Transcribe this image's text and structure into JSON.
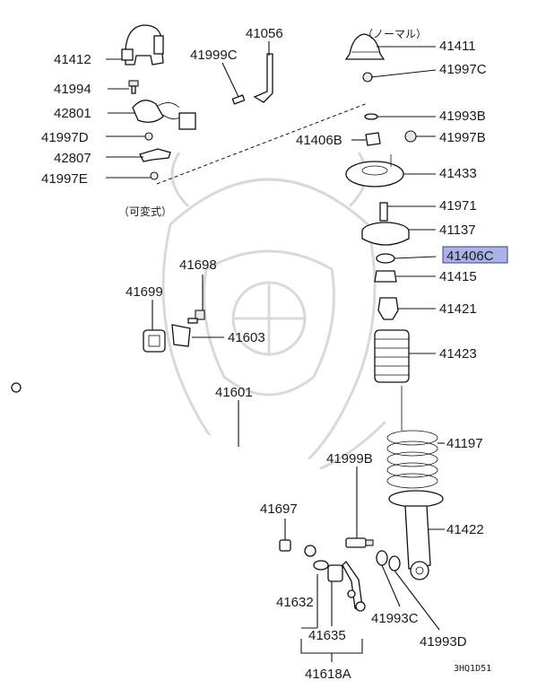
{
  "diagram": {
    "labels": {
      "p41412": "41412",
      "p41056": "41056",
      "p41999c": "41999C",
      "p41411": "41411",
      "normal_note": "（ノーマル）",
      "p41997c_top": "41997C",
      "p41994": "41994",
      "p42801": "42801",
      "p41993b_top": "41993B",
      "p41997d": "41997D",
      "p41406b": "41406B",
      "p41997b": "41997B",
      "p42807": "42807",
      "p41433": "41433",
      "p41997e": "41997E",
      "variable_note": "（可変式）",
      "p41971": "41971",
      "p41137": "41137",
      "p41406c": "41406C",
      "p41415": "41415",
      "p41698": "41698",
      "p41699": "41699",
      "p41421": "41421",
      "p41603": "41603",
      "p41423": "41423",
      "p41601": "41601",
      "p41197": "41197",
      "p41999b": "41999B",
      "p41697": "41697",
      "p41422": "41422",
      "p41632": "41632",
      "p41993c": "41993C",
      "p41635": "41635",
      "p41993d": "41993D",
      "p41618a": "41618A",
      "diagram_code": "3HQ1D51"
    },
    "highlight_color": "#aab2e6",
    "highlight_border": "#3a3f8a"
  }
}
